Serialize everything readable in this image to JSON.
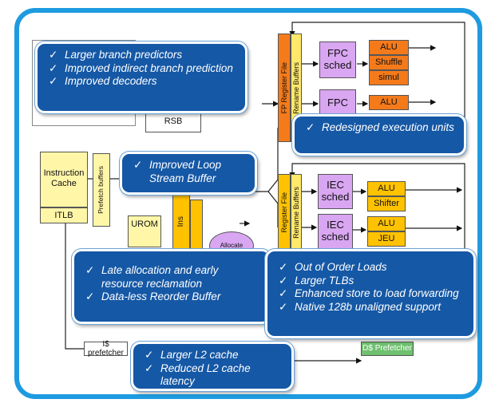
{
  "diagram": {
    "blocks": {
      "instruction_cache": "Instruction Cache",
      "itlb": "ITLB",
      "prefetch_buffers": "Prefetch buffers",
      "rsb": "RSB",
      "urom": "UROM",
      "fp_register_file": "FP Register File",
      "rename_buffers_fp": "Rename Buffers",
      "fpc_sched_1": "FPC sched",
      "fpc_sched_2": "FPC",
      "alu_fp_1": "ALU",
      "shuffle": "Shuffle",
      "simul": "simul",
      "alu_fp_2": "ALU",
      "register_file_int": "Register File",
      "rename_buffers_int": "Rename Buffers",
      "iec_sched_1": "IEC sched",
      "iec_sched_2": "IEC sched",
      "alu_int_1": "ALU",
      "shifter": "Shifter",
      "alu_int_2": "ALU",
      "jeu": "JEU",
      "i_prefetcher": "I$ prefetcher",
      "d_prefetcher": "D$ Prefetcher",
      "allocate": "Allocate",
      "ins_partial": "Ins"
    },
    "callouts": [
      {
        "items": [
          "Larger branch predictors",
          "Improved indirect branch prediction",
          "Improved decoders"
        ]
      },
      {
        "items": [
          "Improved Loop Stream Buffer"
        ]
      },
      {
        "items": [
          "Redesigned execution units"
        ]
      },
      {
        "items": [
          "Late allocation  and early resource reclamation",
          "Data-less Reorder Buffer"
        ]
      },
      {
        "items": [
          "Out of Order Loads",
          "Larger TLBs",
          "Enhanced store to load forwarding",
          "Native 128b unaligned support"
        ]
      },
      {
        "items": [
          "Larger L2 cache",
          "Reduced L2 cache latency"
        ]
      }
    ],
    "check_glyph": "✓",
    "colors": {
      "frame": "#1e9be0",
      "callout_fill": "#1558a6",
      "register_file": "#f57a1a",
      "scheduler": "#d9a6f2",
      "exec_unit": "#ffc200",
      "cache": "#fff6a8"
    }
  }
}
